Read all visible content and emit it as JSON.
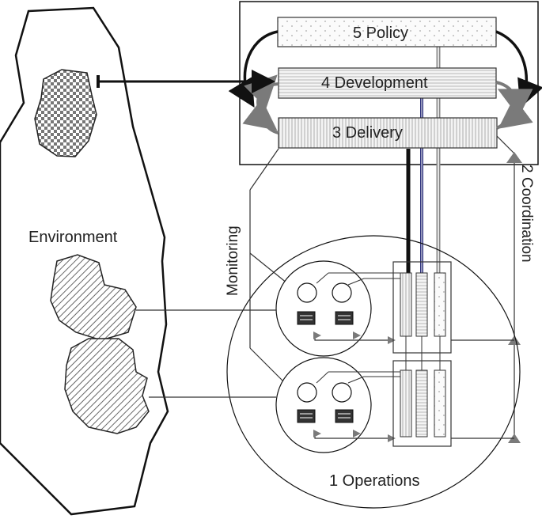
{
  "diagram": {
    "environment": "Environment",
    "monitoring": "Monitoring",
    "coordination": "2  Coordination",
    "operations": "1  Operations",
    "policy": "5  Policy",
    "development": "4 Development",
    "delivery": "3  Delivery"
  },
  "colors": {
    "line": "#1a1a1a",
    "blue_channel": "#2b2f7a",
    "arrow_gray": "#7a7a7a",
    "hatch": "#555555"
  },
  "icons": {
    "feedback_arrows": "curved-arrow-icon",
    "coordination_marker": "triangle-icon"
  }
}
